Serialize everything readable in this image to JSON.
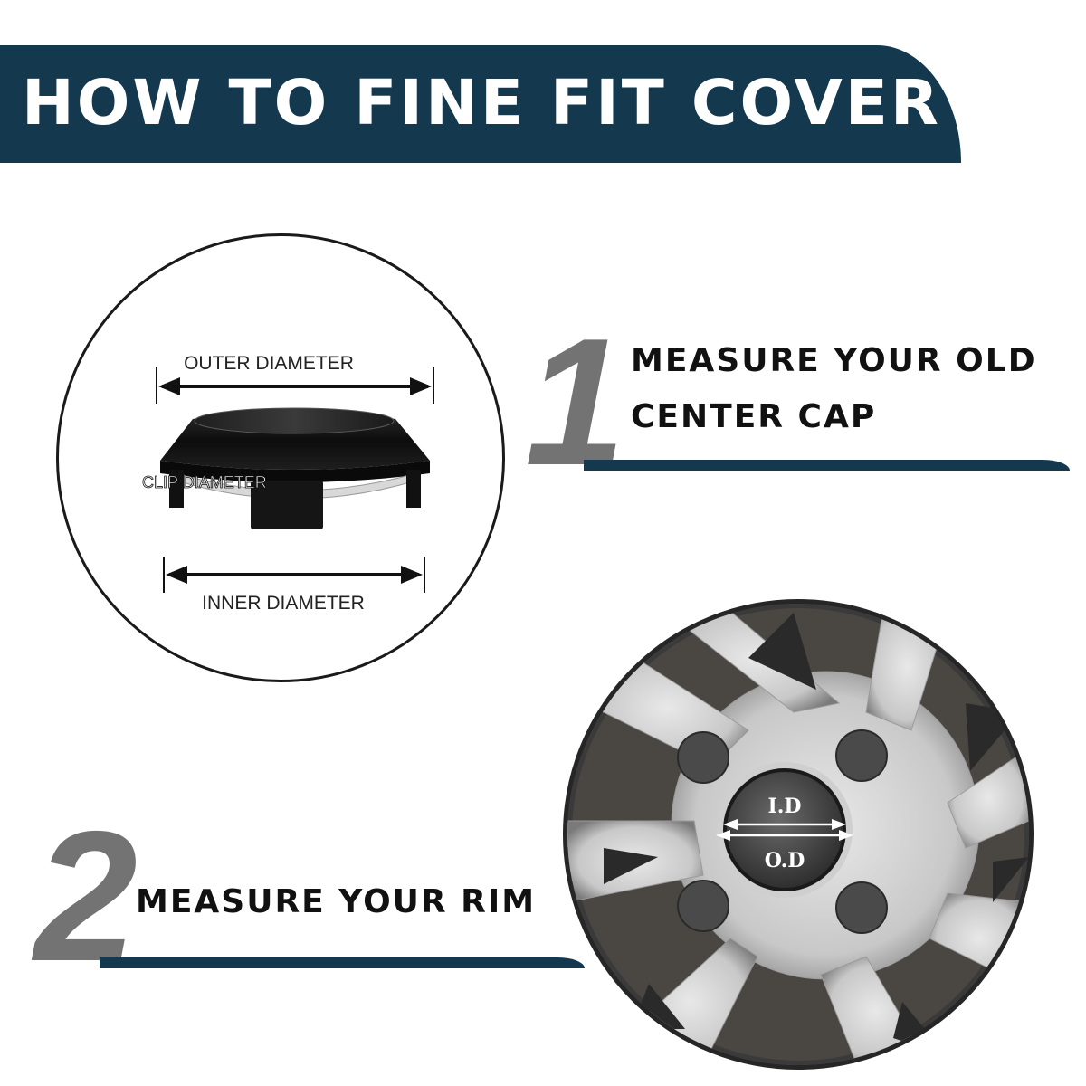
{
  "banner": {
    "title": "HOW TO FINE FIT COVER"
  },
  "cap_diagram": {
    "outer_label": "OUTER DIAMETER",
    "clip_label": "CLIP DIAMETER",
    "inner_label": "INNER DIAMETER"
  },
  "rim_diagram": {
    "id_label": "I.D",
    "od_label": "O.D"
  },
  "step1": {
    "number": "1",
    "line1": "MEASURE YOUR OLD",
    "line2": "CENTER CAP"
  },
  "step2": {
    "number": "2",
    "line1": "MEASURE YOUR RIM"
  },
  "colors": {
    "accent": "#14384e",
    "number_gray": "#737373"
  }
}
